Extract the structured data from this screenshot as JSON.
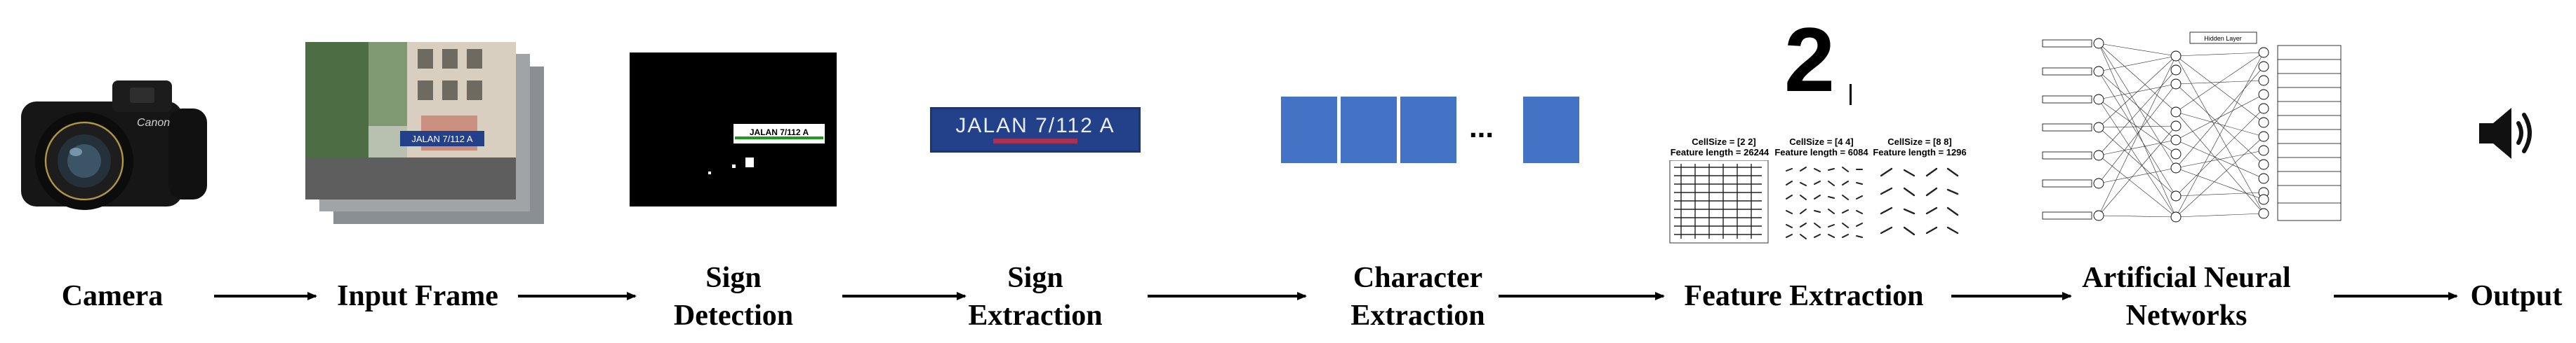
{
  "stages": [
    {
      "label": "Camera"
    },
    {
      "label": "Input Frame"
    },
    {
      "label": "Sign\nDetection"
    },
    {
      "label": "Sign\nExtraction"
    },
    {
      "label": "Character\nExtraction"
    },
    {
      "label": "Feature Extraction"
    },
    {
      "label": "Artificial Neural\nNetworks"
    },
    {
      "label": "Output"
    }
  ],
  "camera": {
    "brand": "Canon"
  },
  "input_frame": {
    "sign_text": "JALAN 7/112 A"
  },
  "sign_detection": {
    "sign_text": "JALAN 7/112 A"
  },
  "sign_extraction": {
    "sign_text": "JALAN 7/112 A"
  },
  "character_extraction": {
    "ellipsis": "..."
  },
  "feature_extraction": {
    "digit": "2",
    "panels": [
      {
        "cell": "CellSize = [2 2]",
        "length": "Feature length = 26244"
      },
      {
        "cell": "CellSize = [4 4]",
        "length": "Feature length = 6084"
      },
      {
        "cell": "CellSize = [8 8]",
        "length": "Feature length = 1296"
      }
    ]
  },
  "neural_network": {
    "title": "Hidden Layer"
  },
  "output": {
    "icon": "speaker-icon"
  },
  "colors": {
    "block_blue": "#4472c4",
    "sign_blue": "#23408a",
    "sign_green": "#2a7a2a"
  }
}
